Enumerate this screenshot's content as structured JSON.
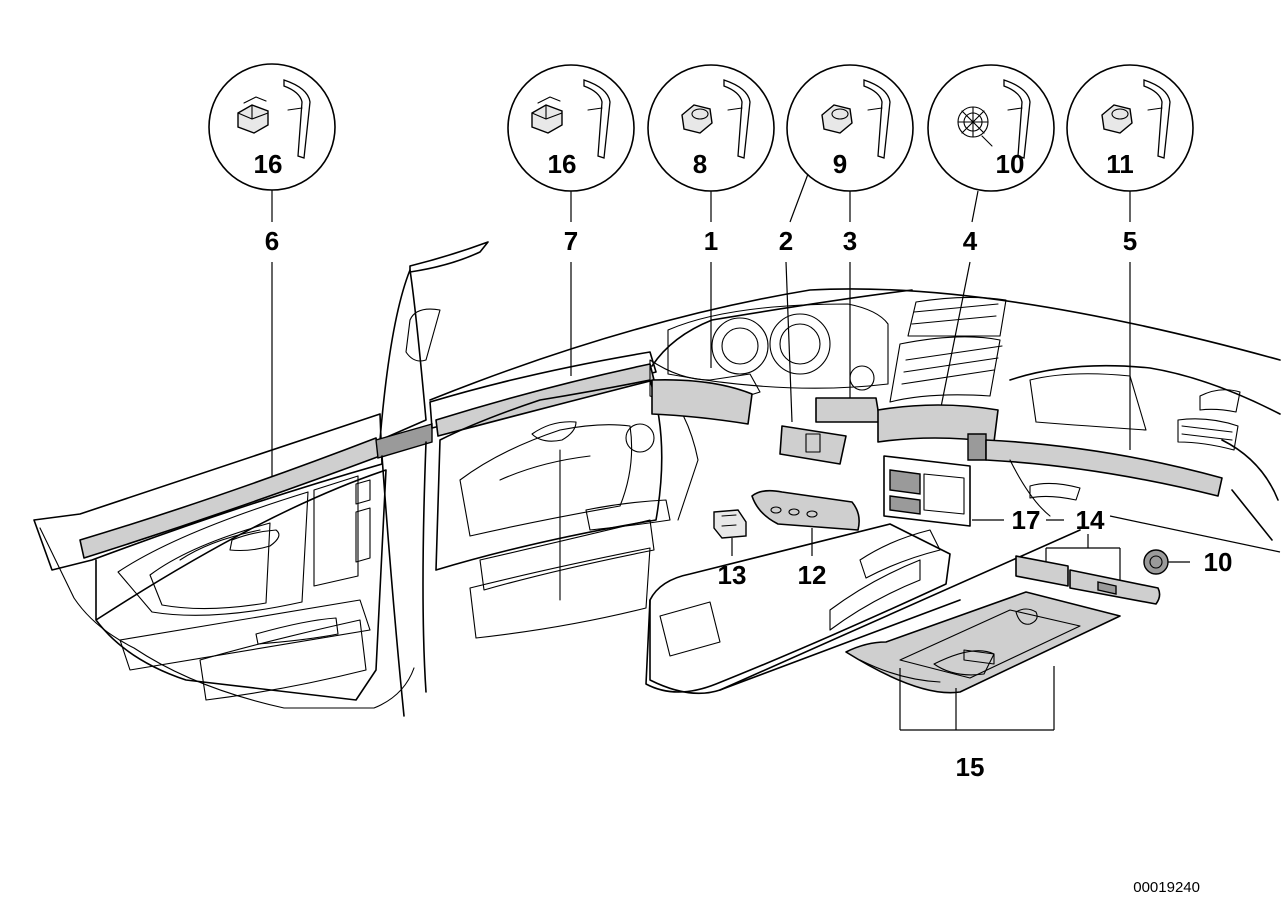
{
  "diagram": {
    "callouts": [
      {
        "clip_label": "16",
        "part_label": "6"
      },
      {
        "clip_label": "16",
        "part_label": "7"
      },
      {
        "clip_label": "8",
        "part_label": "1"
      },
      {
        "clip_label": "9",
        "part_label": "3"
      },
      {
        "clip_label": "10",
        "part_label": "4"
      },
      {
        "clip_label": "11",
        "part_label": "5"
      }
    ],
    "part_labels": {
      "p2": "2",
      "p12": "12",
      "p13": "13",
      "p14": "14",
      "p15": "15",
      "p17": "17",
      "p10": "10"
    },
    "drawing_code": "00019240"
  }
}
